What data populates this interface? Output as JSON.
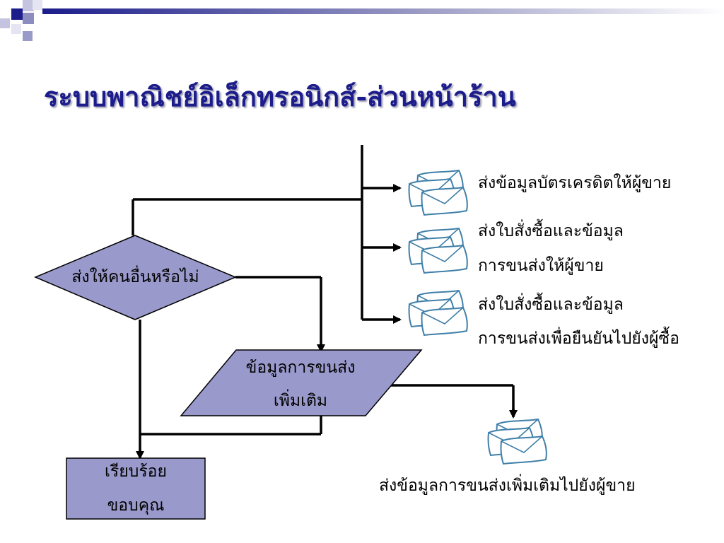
{
  "slide": {
    "title": "ระบบพาณิชย์อิเล็กทรอนิกส์-ส่วนหน้าร้าน",
    "accent_color": "#1c1c8c",
    "shape_fill": "#9999cc"
  },
  "flowchart": {
    "decision": "ส่งให้คนอื่นหรือไม่",
    "input_line1": "ข้อมูลการขนส่ง",
    "input_line2": "เพิ่มเติม",
    "end_line1": "เรียบร้อย",
    "end_line2": "ขอบคุณ",
    "outputs": [
      {
        "line1": "ส่งข้อมูลบัตรเครดิตให้ผู้ขาย",
        "icon": "envelope-stack-icon"
      },
      {
        "line1": "ส่งใบสั่งซื้อและข้อมูล",
        "line2": "การขนส่งให้ผู้ขาย",
        "icon": "envelope-stack-icon"
      },
      {
        "line1": "ส่งใบสั่งซื้อและข้อมูล",
        "line2": "การขนส่งเพื่อยืนยันไปยังผู้ซื้อ",
        "icon": "envelope-stack-icon"
      },
      {
        "line1": "ส่งข้อมูลการขนส่งเพิ่มเติมไปยังผู้ขาย",
        "icon": "envelope-stack-icon"
      }
    ]
  }
}
